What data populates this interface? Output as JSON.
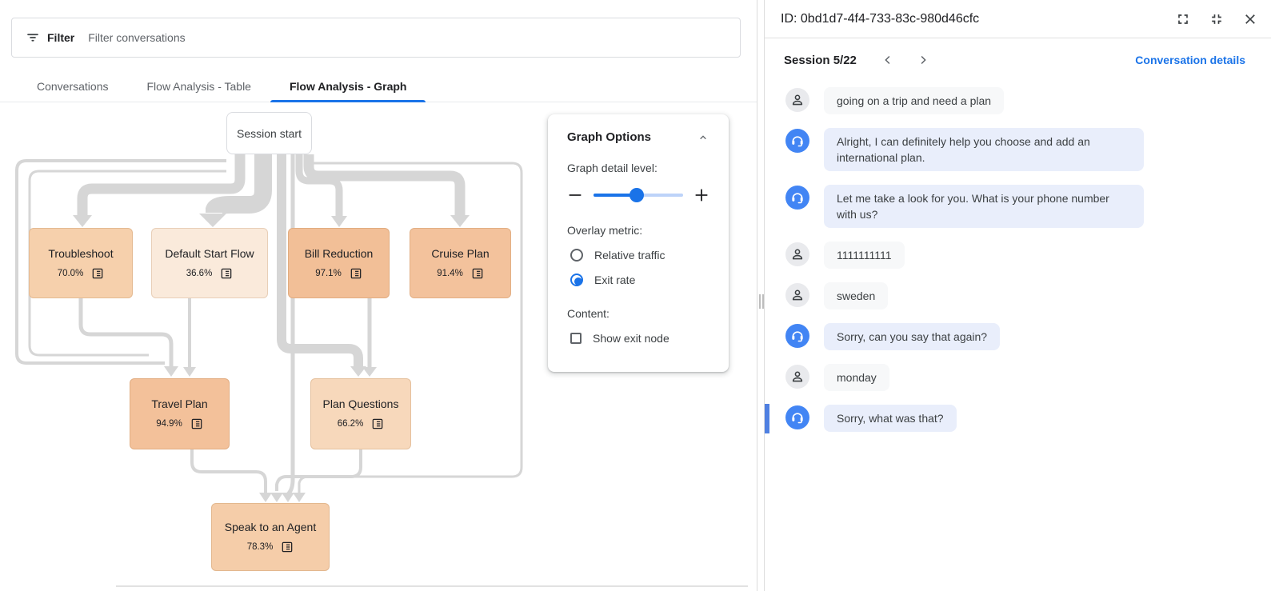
{
  "filter_bar": {
    "label": "Filter",
    "placeholder": "Filter conversations"
  },
  "tabs": [
    {
      "label": "Conversations",
      "active": false
    },
    {
      "label": "Flow Analysis - Table",
      "active": false
    },
    {
      "label": "Flow Analysis - Graph",
      "active": true
    }
  ],
  "graph": {
    "start_node": {
      "label": "Session start"
    },
    "nodes": [
      {
        "label": "Troubleshoot",
        "exit_rate": "70.0%",
        "color": "#f6d0ac"
      },
      {
        "label": "Default Start Flow",
        "exit_rate": "36.6%",
        "color": "#faeadb"
      },
      {
        "label": "Bill Reduction",
        "exit_rate": "97.1%",
        "color": "#f2bf97"
      },
      {
        "label": "Cruise Plan",
        "exit_rate": "91.4%",
        "color": "#f3c29c"
      },
      {
        "label": "Travel Plan",
        "exit_rate": "94.9%",
        "color": "#f3c19a"
      },
      {
        "label": "Plan Questions",
        "exit_rate": "66.2%",
        "color": "#f7d8bb"
      },
      {
        "label": "Speak to an Agent",
        "exit_rate": "78.3%",
        "color": "#f5cda9"
      }
    ],
    "edges": [
      {
        "from": "Session start",
        "to": "Troubleshoot"
      },
      {
        "from": "Session start",
        "to": "Default Start Flow"
      },
      {
        "from": "Session start",
        "to": "Bill Reduction"
      },
      {
        "from": "Session start",
        "to": "Cruise Plan"
      },
      {
        "from": "Session start",
        "to": "Plan Questions"
      },
      {
        "from": "Session start",
        "to": "Travel Plan"
      },
      {
        "from": "Session start",
        "to": "Speak to an Agent"
      },
      {
        "from": "Troubleshoot",
        "to": "Travel Plan"
      },
      {
        "from": "Default Start Flow",
        "to": "Travel Plan"
      },
      {
        "from": "Bill Reduction",
        "to": "Plan Questions"
      },
      {
        "from": "Travel Plan",
        "to": "Speak to an Agent"
      },
      {
        "from": "Plan Questions",
        "to": "Speak to an Agent"
      }
    ]
  },
  "graph_options": {
    "title": "Graph Options",
    "detail_label": "Graph detail level:",
    "overlay_label": "Overlay metric:",
    "overlay_options": [
      {
        "label": "Relative traffic",
        "selected": false
      },
      {
        "label": "Exit rate",
        "selected": true
      }
    ],
    "content_label": "Content:",
    "content_options": [
      {
        "label": "Show exit node",
        "checked": false
      }
    ],
    "slider_value_pct": 48
  },
  "detail_panel": {
    "id_title": "ID: 0bd1d7-4f4-733-83c-980d46cfc",
    "session_label": "Session 5/22",
    "details_link": "Conversation details",
    "messages": [
      {
        "speaker": "user",
        "text": "going on a trip and need a plan",
        "selected": false
      },
      {
        "speaker": "agent",
        "text": "Alright, I can definitely help you choose and add an international plan.",
        "selected": false
      },
      {
        "speaker": "agent",
        "text": "Let me take a look for you. What is your phone number with us?",
        "selected": false
      },
      {
        "speaker": "user",
        "text": "1111111111",
        "selected": false
      },
      {
        "speaker": "user",
        "text": "sweden",
        "selected": false
      },
      {
        "speaker": "agent",
        "text": "Sorry, can you say that again?",
        "selected": false
      },
      {
        "speaker": "user",
        "text": "monday",
        "selected": false
      },
      {
        "speaker": "agent",
        "text": "Sorry, what was that?",
        "selected": true
      }
    ]
  },
  "colors": {
    "accent": "#1a73e8",
    "agent_avatar": "#4285f4",
    "agent_bubble": "#e9eefb",
    "user_bubble": "#f7f8f9",
    "selected_bar": "#4f80e2",
    "edge": "#d6d6d6"
  }
}
